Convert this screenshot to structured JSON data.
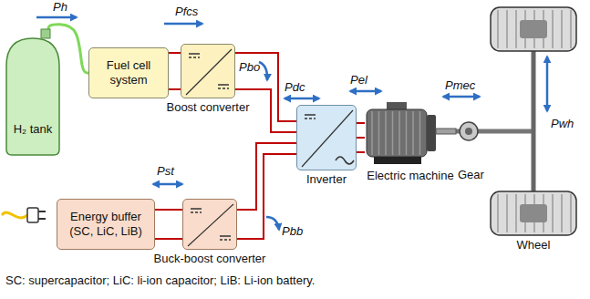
{
  "diagram": {
    "caption": "SC: supercapacitor; LiC: li-ion capacitor; LiB: Li-ion battery.",
    "nodes": [
      {
        "text": [
          "H₂ tank"
        ]
      },
      {
        "text": [
          "Fuel cell system"
        ]
      },
      {
        "text": [
          "Boost converter"
        ]
      },
      {
        "text": [
          "Energy buffer (SC, LiC, LiB)"
        ]
      },
      {
        "text": [
          "Buck-boost converter"
        ]
      },
      {
        "text": [
          "Inverter"
        ]
      },
      {
        "text": [
          "Electric machine"
        ]
      },
      {
        "text": [
          "Wheel"
        ]
      }
    ],
    "edges": [
      {
        "from": 0,
        "to": 1,
        "arrow": "none"
      },
      {
        "from": 1,
        "to": 2,
        "arrow": "none"
      },
      {
        "from": 3,
        "to": 4,
        "arrow": "none"
      },
      {
        "from": 2,
        "to": 5,
        "arrow": "none"
      },
      {
        "from": 4,
        "to": 5,
        "arrow": "none"
      },
      {
        "from": 5,
        "to": 6,
        "arrow": "none"
      },
      {
        "from": 6,
        "to": 7,
        "arrow": "none"
      }
    ],
    "labels": [
      "Ph",
      "Pfcs",
      "Pbo",
      "Pdc",
      "Pel",
      "Pmec",
      "Pwh",
      "Pst",
      "Pbb",
      "Gear"
    ]
  }
}
